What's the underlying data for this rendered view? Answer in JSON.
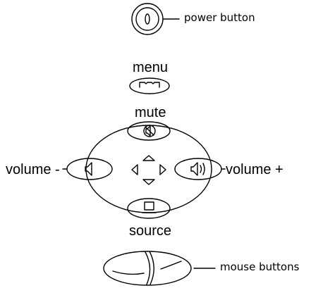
{
  "labels": {
    "power": "power button",
    "menu": "menu",
    "mute": "mute",
    "volume_down": "volume -",
    "volume_up": "volume +",
    "source": "source",
    "mouse": "mouse buttons"
  },
  "colors": {
    "stroke": "#000000",
    "background": "#ffffff"
  }
}
